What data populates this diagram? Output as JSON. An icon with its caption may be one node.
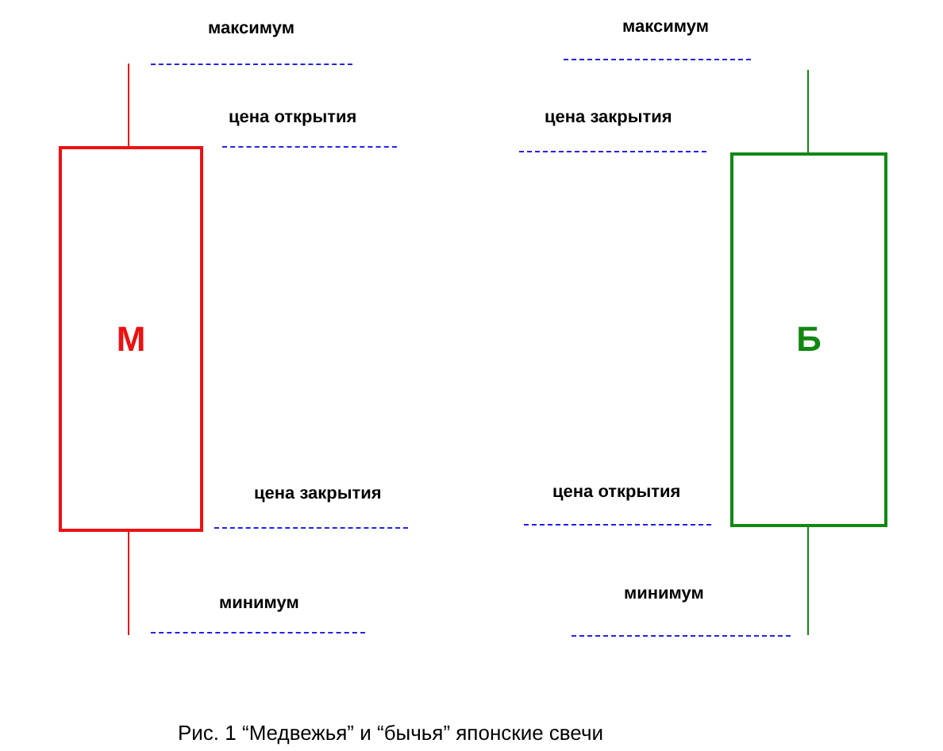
{
  "diagram": {
    "caption": "Рис. 1 “Медвежья” и “бычья” японские свечи",
    "nodes": [
      {
        "text": [
          "М"
        ]
      },
      {
        "text": [
          "Б"
        ]
      }
    ],
    "labels": [
      "максимум",
      "максимум",
      "цена открытия",
      "цена закрытия",
      "цена закрытия",
      "цена открытия",
      "минимум",
      "минимум"
    ]
  }
}
